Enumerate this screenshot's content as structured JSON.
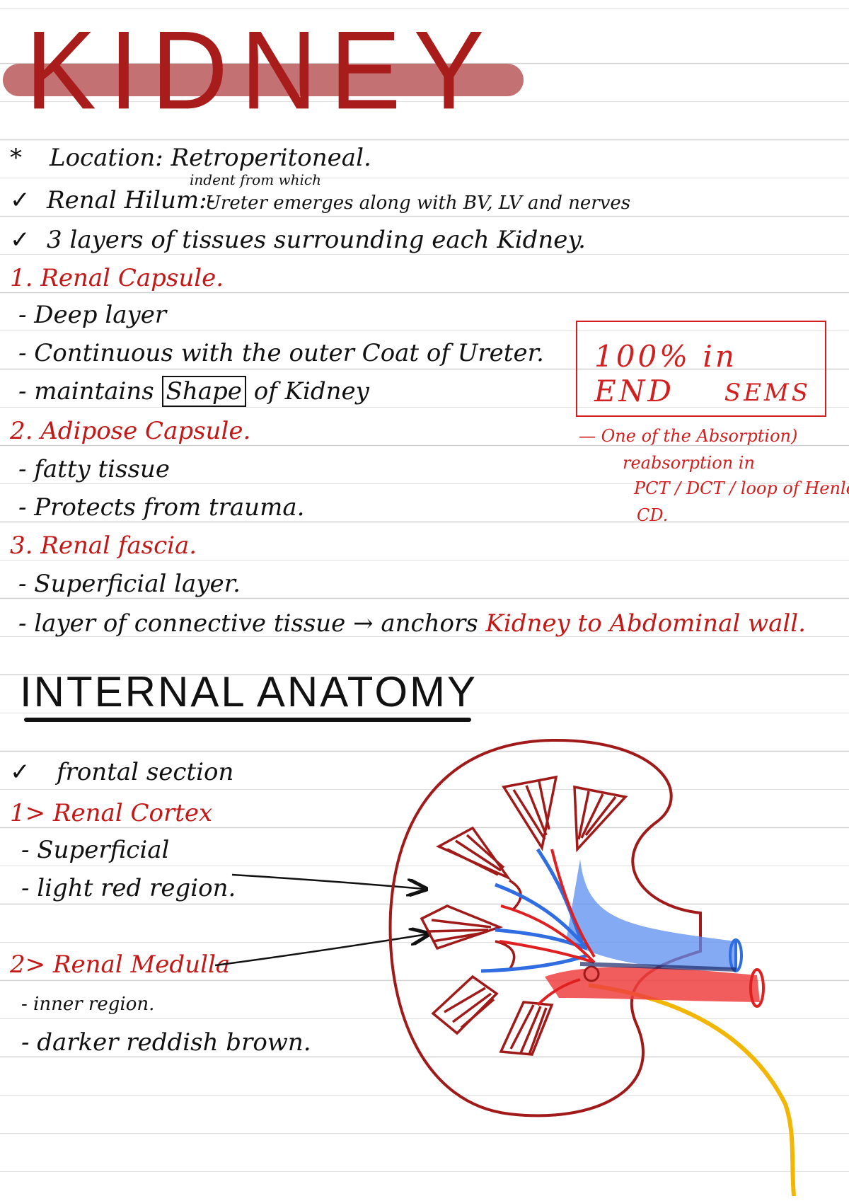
{
  "title": "KIDNEY",
  "location": {
    "bullet": "*",
    "text": "Location: Retroperitoneal."
  },
  "hilum": {
    "check": "✓",
    "label": "Renal Hilum:-",
    "above": "indent from which",
    "text": "Ureter emerges along with BV, LV and nerves"
  },
  "layers_intro": {
    "check": "✓",
    "text": "3 layers of tissues surrounding each Kidney."
  },
  "capsule1": {
    "heading": "1. Renal Capsule.",
    "items": [
      "- Deep layer",
      "- Continuous with the outer Coat of Ureter."
    ],
    "shape_pre": "- maintains",
    "shape_box": "Shape",
    "shape_post": "of Kidney"
  },
  "capsule2": {
    "heading": "2. Adipose Capsule.",
    "items": [
      "- fatty tissue",
      "- Protects from trauma."
    ]
  },
  "capsule3": {
    "heading": "3. Renal fascia.",
    "item1": "- Superficial layer.",
    "item2_black": "- layer of connective tissue → anchors",
    "item2_red": "Kidney to Abdominal wall."
  },
  "callout": {
    "line1": "100% in END",
    "line2": "SEMS"
  },
  "side_note": [
    "— One of the Absorption)",
    "reabsorption in",
    "PCT / DCT / loop of Henle/",
    "CD."
  ],
  "internal": {
    "title": "INTERNAL ANATOMY",
    "frontal": {
      "check": "✓",
      "text": "frontal section"
    },
    "cortex": {
      "heading": "1> Renal Cortex",
      "items": [
        "- Superficial",
        "- light red region."
      ]
    },
    "medulla": {
      "heading": "2> Renal Medulla",
      "items": [
        "- inner region.",
        "- darker reddish brown."
      ]
    }
  },
  "colors": {
    "title": "#a91c1c",
    "highlight": "#b8585a",
    "heading_red": "#c21818",
    "artery": "#e02020",
    "vein": "#2f6de0",
    "ureter": "#f2b705",
    "kidney_outline": "#a11a1a",
    "ink": "#111111"
  },
  "icons": [
    "asterisk-icon",
    "checkmark-icon",
    "arrow-right-icon"
  ]
}
